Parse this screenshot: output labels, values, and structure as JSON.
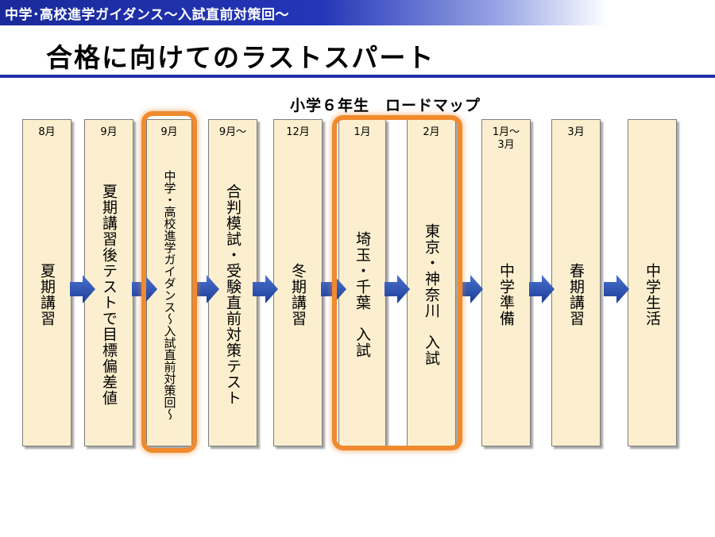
{
  "header": {
    "text": "中学･高校進学ガイダンス〜入試直前対策回〜"
  },
  "title": "合格に向けてのラストスパート",
  "roadmap": {
    "title": "小学６年生　ロードマップ",
    "steps": [
      {
        "month": "8月",
        "label": "夏期講習"
      },
      {
        "month": "9月",
        "label": "夏期講習後テストで目標偏差値"
      },
      {
        "month": "9月",
        "label": "中学・高校進学ガイダンス〜入試直前対策回〜"
      },
      {
        "month": "9月〜",
        "label": "合判模試・受験直前対策テスト"
      },
      {
        "month": "12月",
        "label": "冬期講習"
      },
      {
        "month": "1月",
        "label": "埼玉・千葉　入試"
      },
      {
        "month": "2月",
        "label": "東京・神奈川　入試"
      },
      {
        "month": "1月〜\n3月",
        "label": "中学準備"
      },
      {
        "month": "3月",
        "label": "春期講習"
      },
      {
        "month": "",
        "label": "中学生活"
      }
    ]
  },
  "colors": {
    "header": "#2436b8",
    "column": "#fcefcf",
    "arrow": "#2a4fb0",
    "highlight": "#f08a2e"
  }
}
